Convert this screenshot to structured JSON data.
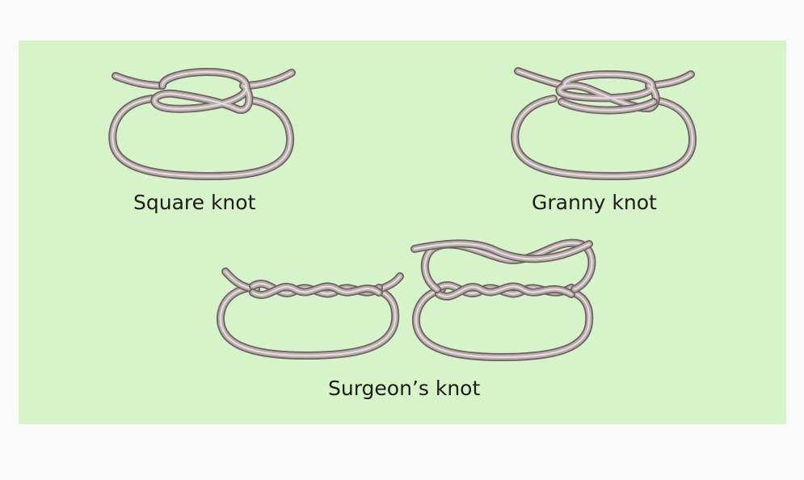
{
  "colors": {
    "page_background": "#fafafa",
    "panel_background": "#d6f3c9",
    "rope_outline": "#6f6062",
    "rope_fill": "#b9aeae",
    "rope_highlight": "#ede6e4"
  },
  "figures": [
    {
      "label": "Square knot"
    },
    {
      "label": "Granny knot"
    },
    {
      "label": "Surgeon’s knot"
    }
  ]
}
